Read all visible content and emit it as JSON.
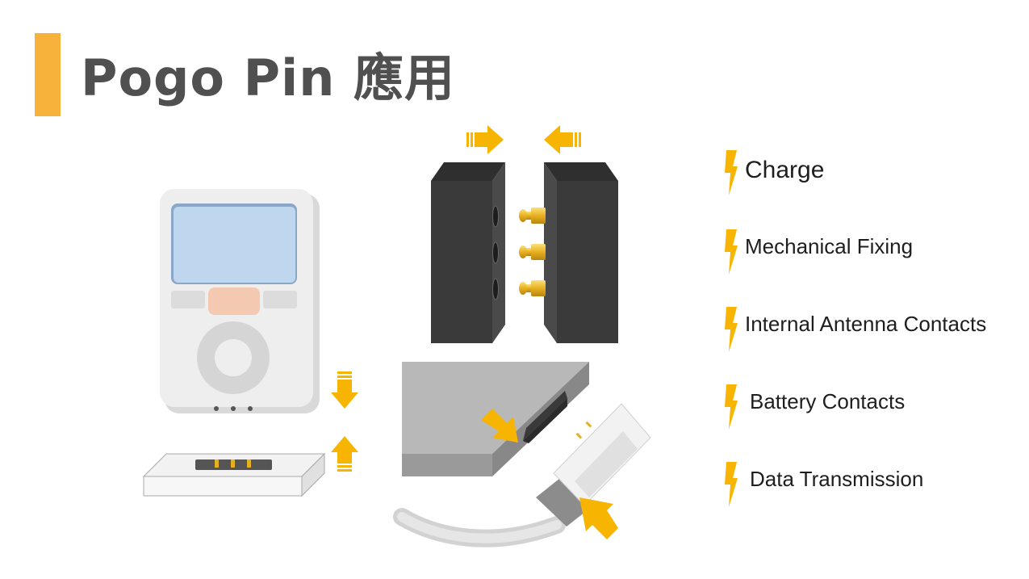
{
  "title": "Pogo Pin 應用",
  "features": [
    {
      "label": "Charge",
      "icon": "lightning-bolt-icon"
    },
    {
      "label": "Mechanical Fixing",
      "icon": "lightning-bolt-icon"
    },
    {
      "label": "Internal Antenna Contacts",
      "icon": "lightning-bolt-icon"
    },
    {
      "label": "Battery Contacts",
      "icon": "lightning-bolt-icon"
    },
    {
      "label": "Data Transmission",
      "icon": "lightning-bolt-icon"
    }
  ],
  "colors": {
    "accent": "#f6b23b",
    "arrow": "#f7b400",
    "title": "#505050",
    "block": "#3d3d3d",
    "pin": "#e8b020",
    "screen": "#bfd7ee",
    "button_center": "#f3c9b1"
  }
}
